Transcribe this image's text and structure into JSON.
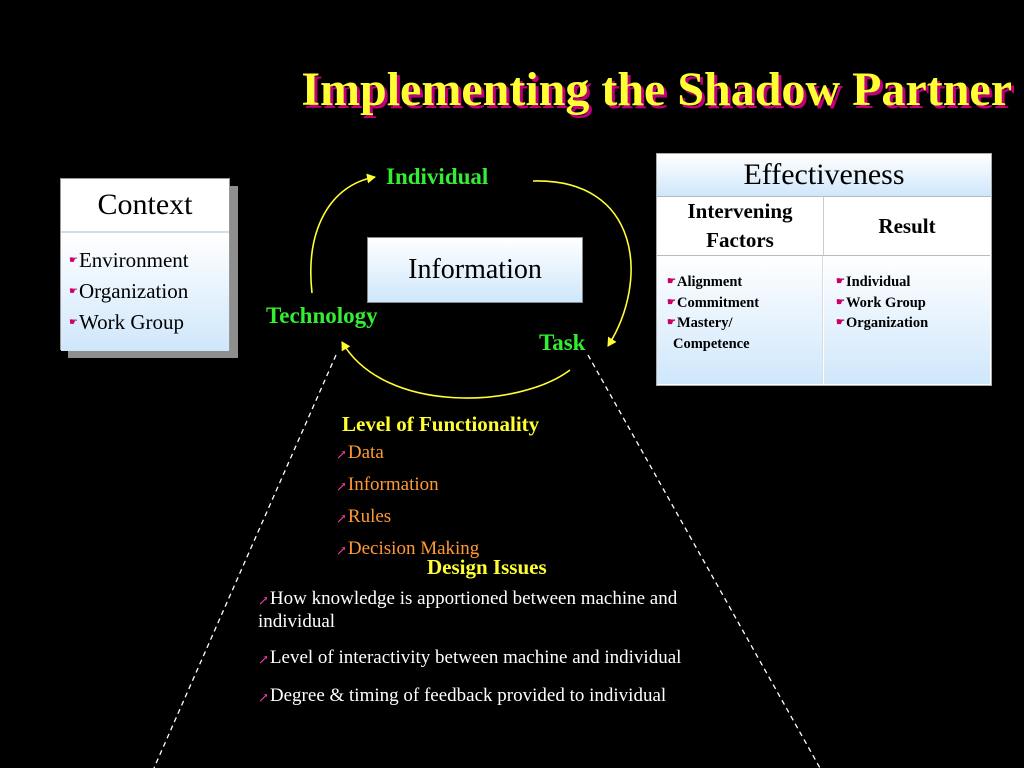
{
  "title": "Implementing the Shadow Partner",
  "context": {
    "title": "Context",
    "items": [
      "Environment",
      "Organization",
      "Work Group"
    ]
  },
  "information": "Information",
  "cycle": {
    "individual": "Individual",
    "technology": "Technology",
    "task": "Task"
  },
  "effectiveness": {
    "title": "Effectiveness",
    "col1_header": "Intervening Factors",
    "col2_header": "Result",
    "col1_items": [
      "Alignment",
      "Commitment",
      "Mastery/",
      "Competence"
    ],
    "col2_items": [
      "Individual",
      "Work Group",
      "Organization"
    ]
  },
  "functionality": {
    "title": "Level of  Functionality",
    "items": [
      "Data",
      "Information",
      "Rules",
      "Decision Making"
    ]
  },
  "design": {
    "title": "Design Issues",
    "items": [
      "How knowledge is apportioned between machine and individual",
      "Level of  interactivity between machine and individual",
      "Degree & timing of feedback provided to individual"
    ]
  },
  "colors": {
    "background": "#000000",
    "title": "#ffff33",
    "title_shadow": "#c0007a",
    "cycle_labels": "#33ee33",
    "arrows": "#ffff33",
    "functionality_items": "#ff9933"
  }
}
